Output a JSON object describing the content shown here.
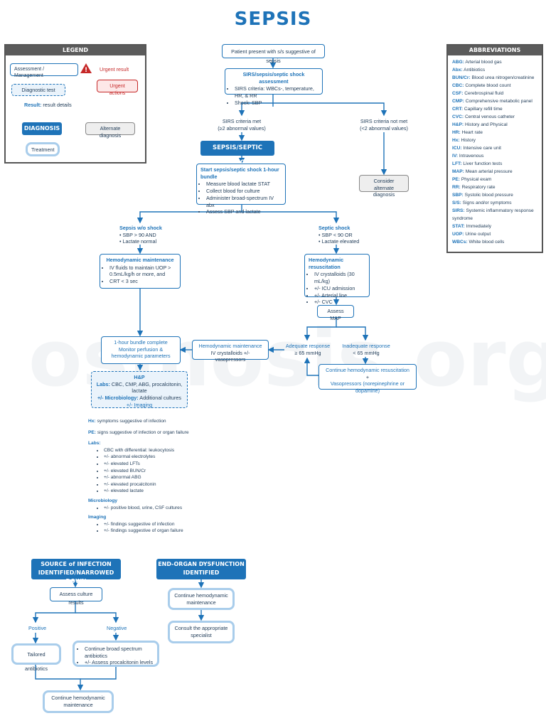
{
  "title": "SEPSIS",
  "watermark": "osmosis.org",
  "legend": {
    "header": "LEGEND",
    "assessment": "Assessment / Management",
    "urgent_result": "Urgent result",
    "urgent_actions": "Urgent actions",
    "diagnostic_test": "Diagnostic test",
    "result_label": "Result:",
    "result_details": "result details",
    "diagnosis": "DIAGNOSIS",
    "alternate": "Alternate diagnosis",
    "treatment": "Treatment"
  },
  "abbreviations": {
    "header": "ABBREVIATIONS",
    "items": [
      {
        "k": "ABG:",
        "v": "Arterial blood gas"
      },
      {
        "k": "Abx:",
        "v": "Antibiotics"
      },
      {
        "k": "BUN/Cr:",
        "v": "Blood urea nitrogen/creatinine"
      },
      {
        "k": "CBC:",
        "v": "Complete blood count"
      },
      {
        "k": "CSF:",
        "v": "Cerebrospinal fluid"
      },
      {
        "k": "CMP:",
        "v": "Comprehensive metabolic panel"
      },
      {
        "k": "CRT:",
        "v": "Capillary refill time"
      },
      {
        "k": "CVC:",
        "v": "Central venous catheter"
      },
      {
        "k": "H&P:",
        "v": "History and Physical"
      },
      {
        "k": "HR:",
        "v": "Heart rate"
      },
      {
        "k": "Hx:",
        "v": "History"
      },
      {
        "k": "ICU:",
        "v": "Intensive care unit"
      },
      {
        "k": "IV:",
        "v": "Intravenous"
      },
      {
        "k": "LFT:",
        "v": "Liver function tests"
      },
      {
        "k": "MAP:",
        "v": "Mean arterial pressure"
      },
      {
        "k": "PE:",
        "v": "Physical exam"
      },
      {
        "k": "RR:",
        "v": "Respiratory rate"
      },
      {
        "k": "SBP:",
        "v": "Systolic blood pressure"
      },
      {
        "k": "S/S:",
        "v": "Signs and/or symptoms"
      },
      {
        "k": "SIRS:",
        "v": "Systemic inflammatory response syndrome"
      },
      {
        "k": "STAT:",
        "v": "Immediately"
      },
      {
        "k": "UOP:",
        "v": "Urine output"
      },
      {
        "k": "WBCs:",
        "v": "White blood cells"
      }
    ]
  },
  "flow": {
    "start": "Patient present with s/s suggestive of sepsis",
    "sirs_title": "SIRS/sepsis/septic shock assessment",
    "sirs_items": [
      "SIRS criteria: WBCs-, temperature, HR, & RR",
      "Shock: SBP"
    ],
    "met_1": "SIRS criteria met",
    "met_2": "(≥2 abnormal values)",
    "notmet_1": "SIRS criteria not met",
    "notmet_2": "(<2 abnormal values)",
    "septic_shock": "SEPSIS/SEPTIC SHOCK",
    "consider": "Consider alternate diagnosis",
    "bundle_title": "Start sepsis/septic shock 1-hour bundle",
    "bundle_items": [
      "Measure blood lactate STAT",
      "Collect blood for culture",
      "Administer broad-spectrum IV abx",
      "Assess SBP and lactate"
    ],
    "sepsis_wo": "Sepsis w/o shock",
    "sepsis_wo_items": [
      "SBP > 90 AND",
      "Lactate normal"
    ],
    "septic_shock_lbl": "Septic shock",
    "septic_items": [
      "SBP < 90 OR",
      "Lactate elevated"
    ],
    "hemo_maint_title": "Hemodynamic maintenance",
    "hemo_maint_items": [
      "IV fluids to maintain UOP > 0.5mL/kg/h  or more, and",
      "CRT < 3 sec"
    ],
    "hemo_resus_title": "Hemodynamic resuscitation",
    "hemo_resus_items": [
      "IV crystalloids (30 mL/kg)",
      "+/- ICU admission",
      "+/- Arterial line",
      "+/- CVC"
    ],
    "assess_map": "Assess MAP",
    "adequate_1": "Adequate response",
    "adequate_2": "≥ 65 mmHg",
    "inadequate_1": "Inadequate response",
    "inadequate_2": "< 65 mmHg",
    "hemo_maint2_title": "Hemodynamic maintenance",
    "hemo_maint2_body": "IV crystalloids +/- vasopressors",
    "continue_resus_1": "Continue hemodynamic resuscitation",
    "continue_resus_2": "+",
    "continue_resus_3": "Vasopressors (norepinephrine or dopamine)",
    "complete_title": "1-hour bundle complete",
    "complete_body": "Monitor perfusion & hemodynamic parameters",
    "hp_title": "H&P",
    "hp_labs_k": "Labs:",
    "hp_labs_v": "CBC, CMP, ABG, procalcitonin, lactate",
    "hp_micro_k": "+/- Microbiology:",
    "hp_micro_v": "Additional cultures",
    "hp_imaging": "+/- Imaging"
  },
  "notes": {
    "hx_k": "Hx:",
    "hx_v": "symptoms suggestive of infection",
    "pe_k": "PE:",
    "pe_v": "signs suggestive of infection or organ failure",
    "labs_k": "Labs:",
    "labs_items": [
      "CBC with differential: leukocytosis",
      "+/- abnormal electrolytes",
      "+/- elevated LFTs",
      "+/- elevated BUN/Cr",
      "+/- abnormal ABG",
      "+/- elevated procalcitonin",
      "+/- elevated lactate"
    ],
    "micro_k": "Microbiology",
    "micro_items": [
      "+/- positive blood, urine, CSF cultures"
    ],
    "imaging_k": "Imaging",
    "imaging_items": [
      "+/- findings suggestive of infection",
      "+/- findings suggestive of organ failure"
    ]
  },
  "bottom": {
    "source": "SOURCE of INFECTION IDENTIFIED/NARROWED DOWN",
    "endorgan": "END-ORGAN DYSFUNCTION IDENTIFIED",
    "assess_culture": "Assess culture results",
    "positive": "Positive",
    "negative": "Negative",
    "tailored": "Tailored antibiotics",
    "continue_broad": [
      "Continue broad spectrum antibiotics",
      "+/- Assess procalcitonin levels"
    ],
    "continue_hemo_1": "Continue hemodynamic maintenance",
    "continue_hemo_2": "Continue hemodynamic maintenance",
    "consult": "Consult the appropriate specialist"
  },
  "colors": {
    "primary": "#1e73b8",
    "navy": "#1e73b8",
    "urgent": "#c62828",
    "gray": "#888888"
  }
}
